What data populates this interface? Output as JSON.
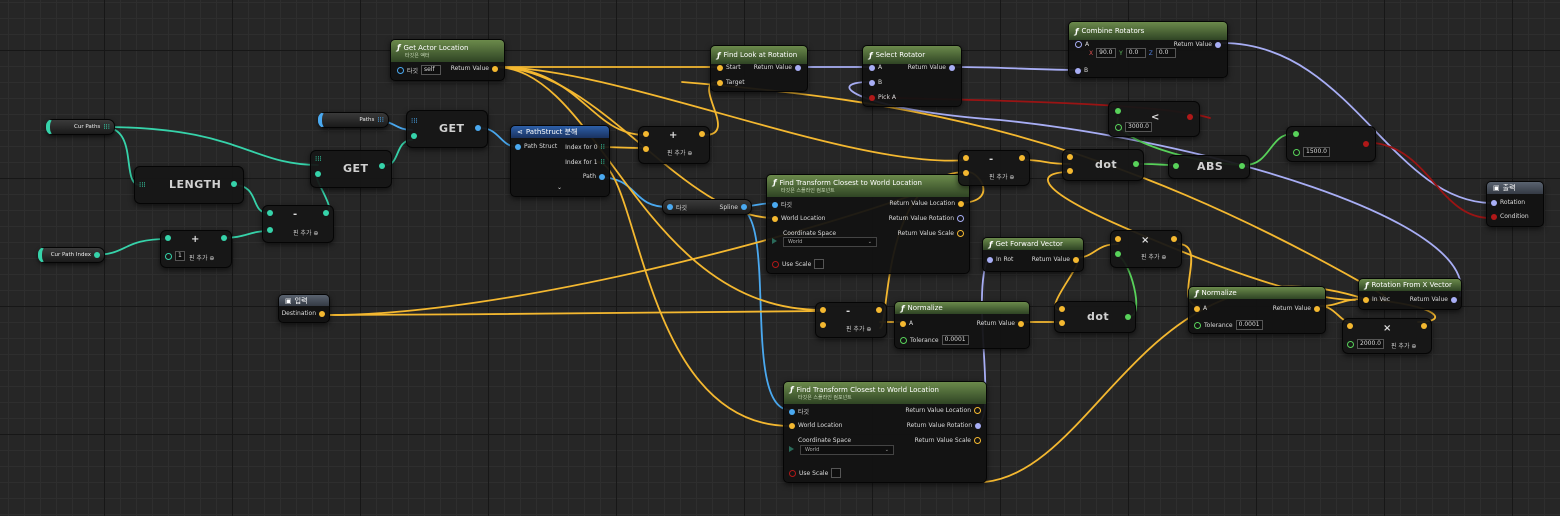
{
  "nodes": {
    "get_actor_location": {
      "title": "Get Actor Location",
      "subtitle": "타깃은 액터",
      "target_label": "타깃",
      "target_value": "self",
      "return_label": "Return Value"
    },
    "find_look_at_rotation": {
      "title": "Find Look at Rotation",
      "start": "Start",
      "target": "Target",
      "return_label": "Return Value"
    },
    "select_rotator": {
      "title": "Select Rotator",
      "a": "A",
      "b": "B",
      "pick": "Pick A",
      "return_label": "Return Value"
    },
    "combine_rotators": {
      "title": "Combine Rotators",
      "a": "A",
      "b": "B",
      "x_label": "X",
      "x": "90.0",
      "y_label": "Y",
      "y": "0.0",
      "z_label": "Z",
      "z": "0.0",
      "return_label": "Return Value"
    },
    "compare_3000": {
      "value": "3000.0"
    },
    "compare_1500": {
      "value": "1500.0"
    },
    "output": {
      "title": "출력",
      "rotation": "Rotation",
      "condition": "Condition"
    },
    "paths_var": {
      "label": "Paths"
    },
    "cur_paths_var": {
      "label": "Cur Paths"
    },
    "cur_path_index_var": {
      "label": "Cur Path Index"
    },
    "length": {
      "label": "LENGTH"
    },
    "get1": {
      "label": "GET"
    },
    "get2": {
      "label": "GET"
    },
    "subtract1": {
      "op": "-",
      "add_pin": "핀 추가"
    },
    "add1": {
      "op": "+",
      "value": "1",
      "add_pin": "핀 추가"
    },
    "break_struct": {
      "title": "PathStruct 분해",
      "path_struct": "Path Struct",
      "index0": "Index for 0",
      "index1": "Index for 1",
      "path": "Path"
    },
    "add2": {
      "op": "+",
      "add_pin": "핀 추가"
    },
    "spline_get": {
      "target": "타깃",
      "spline": "Spline"
    },
    "ftc1": {
      "title": "Find Transform Closest to World Location",
      "subtitle": "타깃은 스플라인 컴포넌트",
      "target": "타깃",
      "world_location": "World Location",
      "coordinate_space": "Coordinate Space",
      "space_value": "World",
      "use_scale": "Use Scale",
      "ret_location": "Return Value Location",
      "ret_rotation": "Return Value Rotation",
      "ret_scale": "Return Value Scale"
    },
    "ftc2": {
      "title": "Find Transform Closest to World Location",
      "subtitle": "타깃은 스플라인 컴포넌트",
      "target": "타깃",
      "world_location": "World Location",
      "coordinate_space": "Coordinate Space",
      "space_value": "World",
      "use_scale": "Use Scale",
      "ret_location": "Return Value Location",
      "ret_rotation": "Return Value Rotation",
      "ret_scale": "Return Value Scale"
    },
    "subtract2": {
      "op": "-",
      "add_pin": "핀 추가"
    },
    "dot1": {
      "label": "dot"
    },
    "abs": {
      "label": "ABS"
    },
    "get_forward_vector": {
      "title": "Get Forward Vector",
      "in_rot": "In Rot",
      "return_label": "Return Value"
    },
    "multiply1": {
      "op": "×",
      "add_pin": "핀 추가"
    },
    "input": {
      "title": "입력",
      "destination": "Destination"
    },
    "subtract3": {
      "op": "-",
      "add_pin": "핀 추가"
    },
    "normalize1": {
      "title": "Normalize",
      "a": "A",
      "tolerance": "Tolerance",
      "tol_value": "0.0001",
      "return_label": "Return Value"
    },
    "dot2": {
      "label": "dot"
    },
    "normalize2": {
      "title": "Normalize",
      "a": "A",
      "tolerance": "Tolerance",
      "tol_value": "0.0001",
      "return_label": "Return Value"
    },
    "rotation_from_x": {
      "title": "Rotation From X Vector",
      "in_vec": "In Vec",
      "return_label": "Return Value"
    },
    "multiply2": {
      "op": "×",
      "value": "2000.0",
      "add_pin": "핀 추가"
    }
  },
  "colors": {
    "vector": "#f4b830",
    "rotator": "#a8aef5",
    "object": "#4aa9f0",
    "array": "#36d3aa",
    "float": "#58d25a",
    "bool": "#b01818",
    "function_header": "#4f6e38"
  },
  "icons": {
    "function": "function-icon",
    "struct": "break-struct-icon",
    "io": "io-node-icon"
  }
}
